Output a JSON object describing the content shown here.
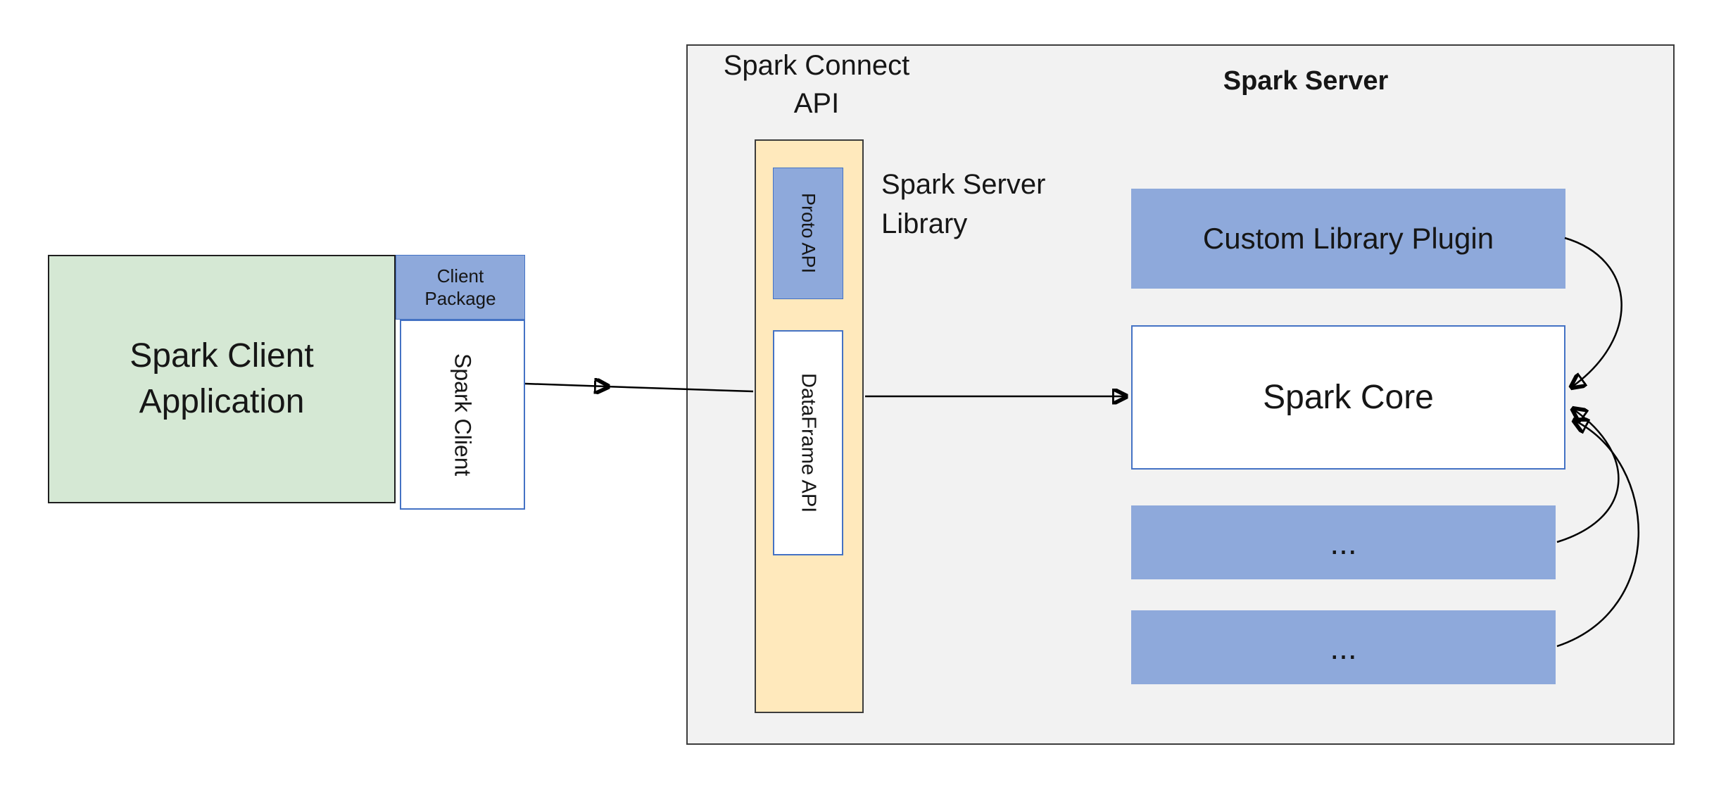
{
  "client_side": {
    "app_label": "Spark Client\nApplication",
    "package_label": "Client\nPackage",
    "client_label": "Spark Client"
  },
  "connect_api": {
    "title": "Spark Connect\nAPI",
    "proto_label": "Proto API",
    "dataframe_label": "DataFrame API",
    "library_label": "Spark Server\nLibrary"
  },
  "server": {
    "title": "Spark Server",
    "plugin_label": "Custom Library Plugin",
    "core_label": "Spark Core",
    "ellipsis_1": "...",
    "ellipsis_2": "..."
  },
  "colors": {
    "green_fill": "#d5e8d4",
    "blue_fill": "#8ea9db",
    "blue_border": "#4472c4",
    "yellow_fill": "#ffe9bc",
    "container_fill": "#f2f2f2",
    "container_border": "#3c3c3c",
    "dark_border": "#1f1f1f",
    "arrow_color": "#000000"
  }
}
